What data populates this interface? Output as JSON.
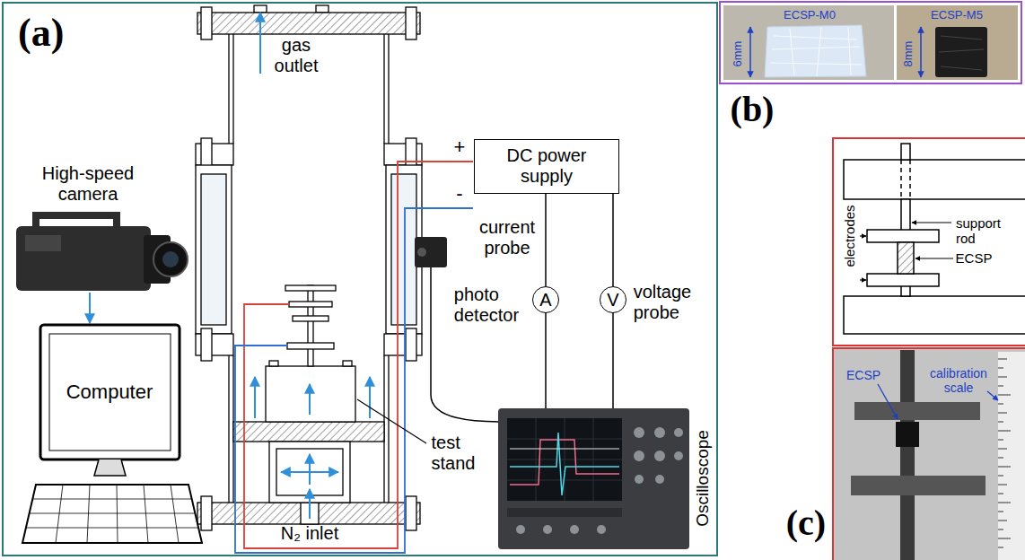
{
  "diagram": {
    "nodes": [
      {
        "text": [
          "(a)"
        ]
      },
      {
        "text": [
          "DC power supply"
        ],
        "in": 0
      },
      {
        "text": [
          "A"
        ],
        "in": 0
      },
      {
        "text": [
          "V"
        ],
        "in": 0
      }
    ],
    "edges": [
      {
        "from": 1,
        "to": 2,
        "arrow": "none"
      },
      {
        "from": 1,
        "to": 3,
        "arrow": "none"
      }
    ],
    "labels": [
      "gas outlet",
      "High-speed camera",
      "Computer",
      "+",
      "-",
      "current probe",
      "photo detector",
      "voltage probe",
      "test stand",
      "N₂ inlet",
      "Oscilloscope",
      "ECSP-M0",
      "6mm",
      "ECSP-M5",
      "8mm",
      "(b)",
      "electrodes",
      "support rod",
      "ECSP",
      "ECSP",
      "calibration scale",
      "(c)"
    ]
  }
}
